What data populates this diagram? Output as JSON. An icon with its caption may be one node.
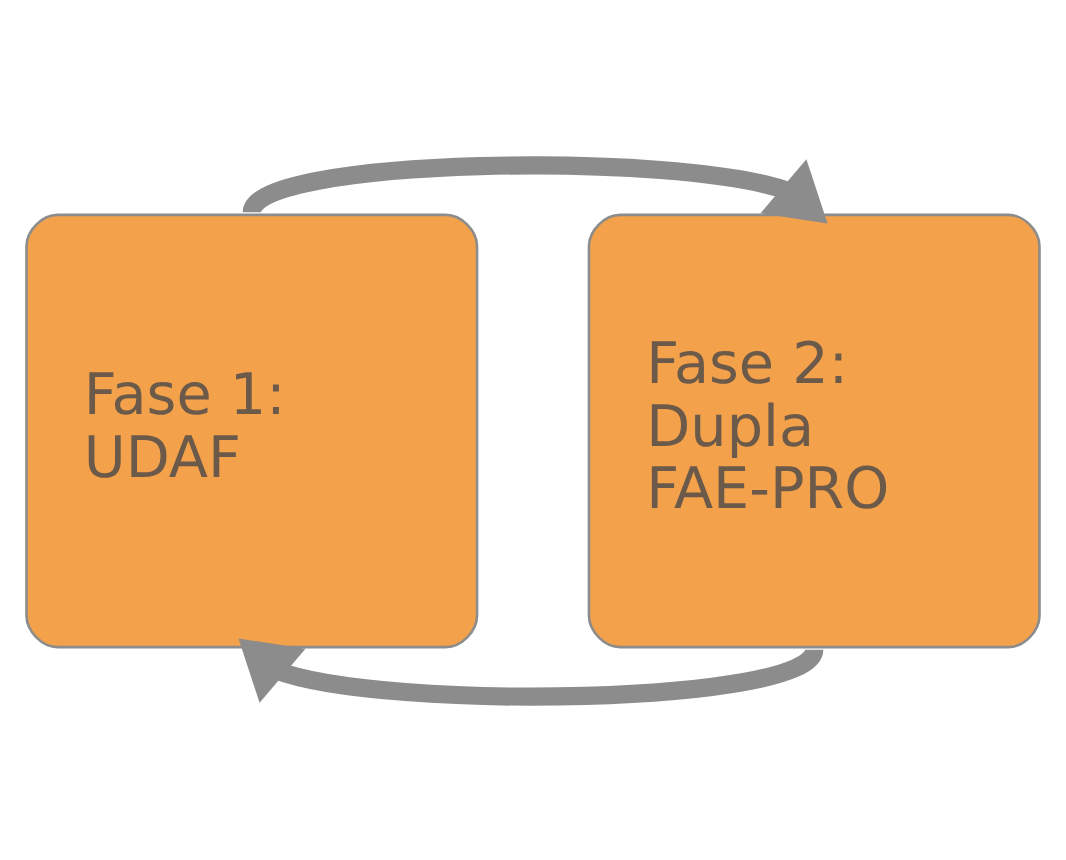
{
  "diagram": {
    "nodes": [
      {
        "text": [
          "Fase 1: UDAF"
        ]
      },
      {
        "text": [
          "Fase 2: Dupla FAE-PRO"
        ]
      }
    ],
    "edges": [
      {
        "from": 0,
        "to": 1,
        "arrow": "to"
      },
      {
        "from": 1,
        "to": 0,
        "arrow": "to"
      }
    ]
  }
}
